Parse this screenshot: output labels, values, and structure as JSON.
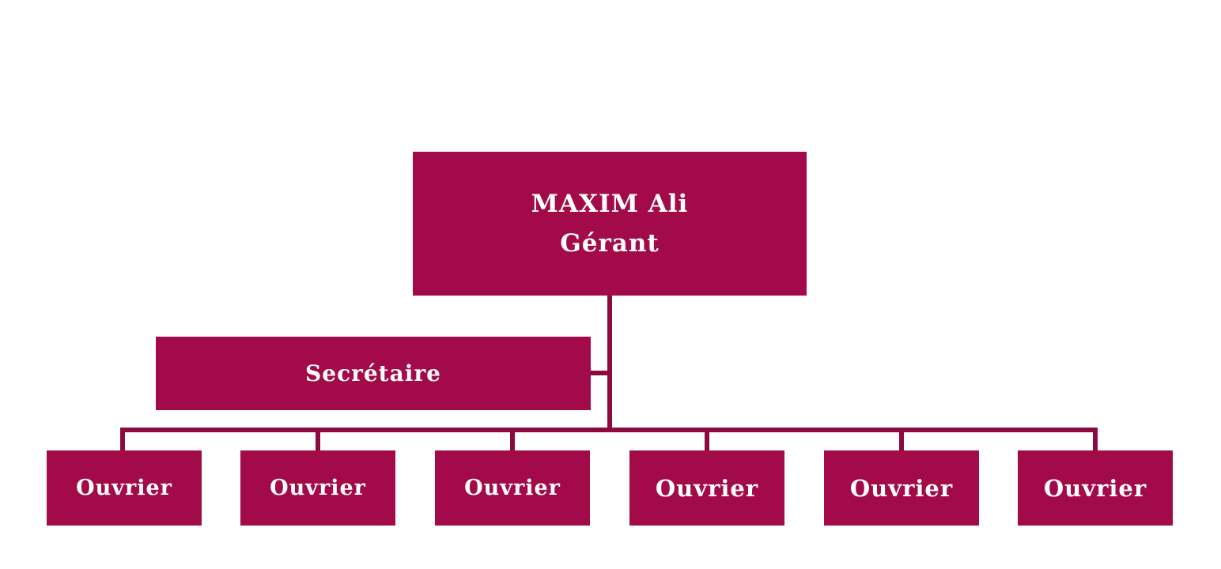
{
  "diagram": {
    "type": "org-chart",
    "colors": {
      "node_fill": "#a30a4a",
      "node_text": "#ffffff",
      "connector": "#8d0a3e",
      "background": "#ffffff"
    },
    "root": {
      "name": "MAXIM Ali",
      "title": "Gérant"
    },
    "assistant": {
      "title": "Secrétaire"
    },
    "workers": [
      {
        "title": "Ouvrier"
      },
      {
        "title": "Ouvrier"
      },
      {
        "title": "Ouvrier"
      },
      {
        "title": "Ouvrier"
      },
      {
        "title": "Ouvrier"
      },
      {
        "title": "Ouvrier"
      }
    ]
  }
}
